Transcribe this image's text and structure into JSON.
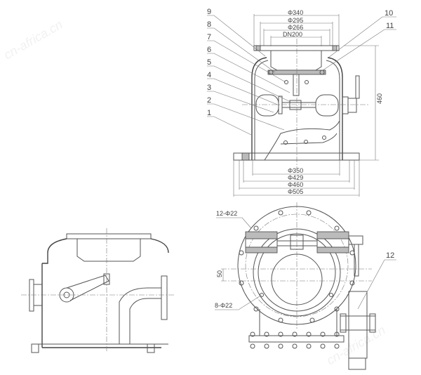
{
  "watermark": "cn-africa.cn",
  "front_view": {
    "part_numbers_left": [
      "9",
      "8",
      "7",
      "6",
      "5",
      "4",
      "3",
      "2",
      "1"
    ],
    "part_numbers_right": [
      "10",
      "11"
    ],
    "top_dimensions": [
      "Φ340",
      "Φ295",
      "Φ266",
      "DN200"
    ],
    "bottom_dimensions": [
      "Φ350",
      "Φ429",
      "Φ460",
      "Φ505"
    ],
    "height_dimension": "460"
  },
  "section_view": {
    "bolt_holes_label": "12-Φ22",
    "offset_dimension": "50",
    "holes_label": "8-Φ22",
    "part_number": "12"
  }
}
